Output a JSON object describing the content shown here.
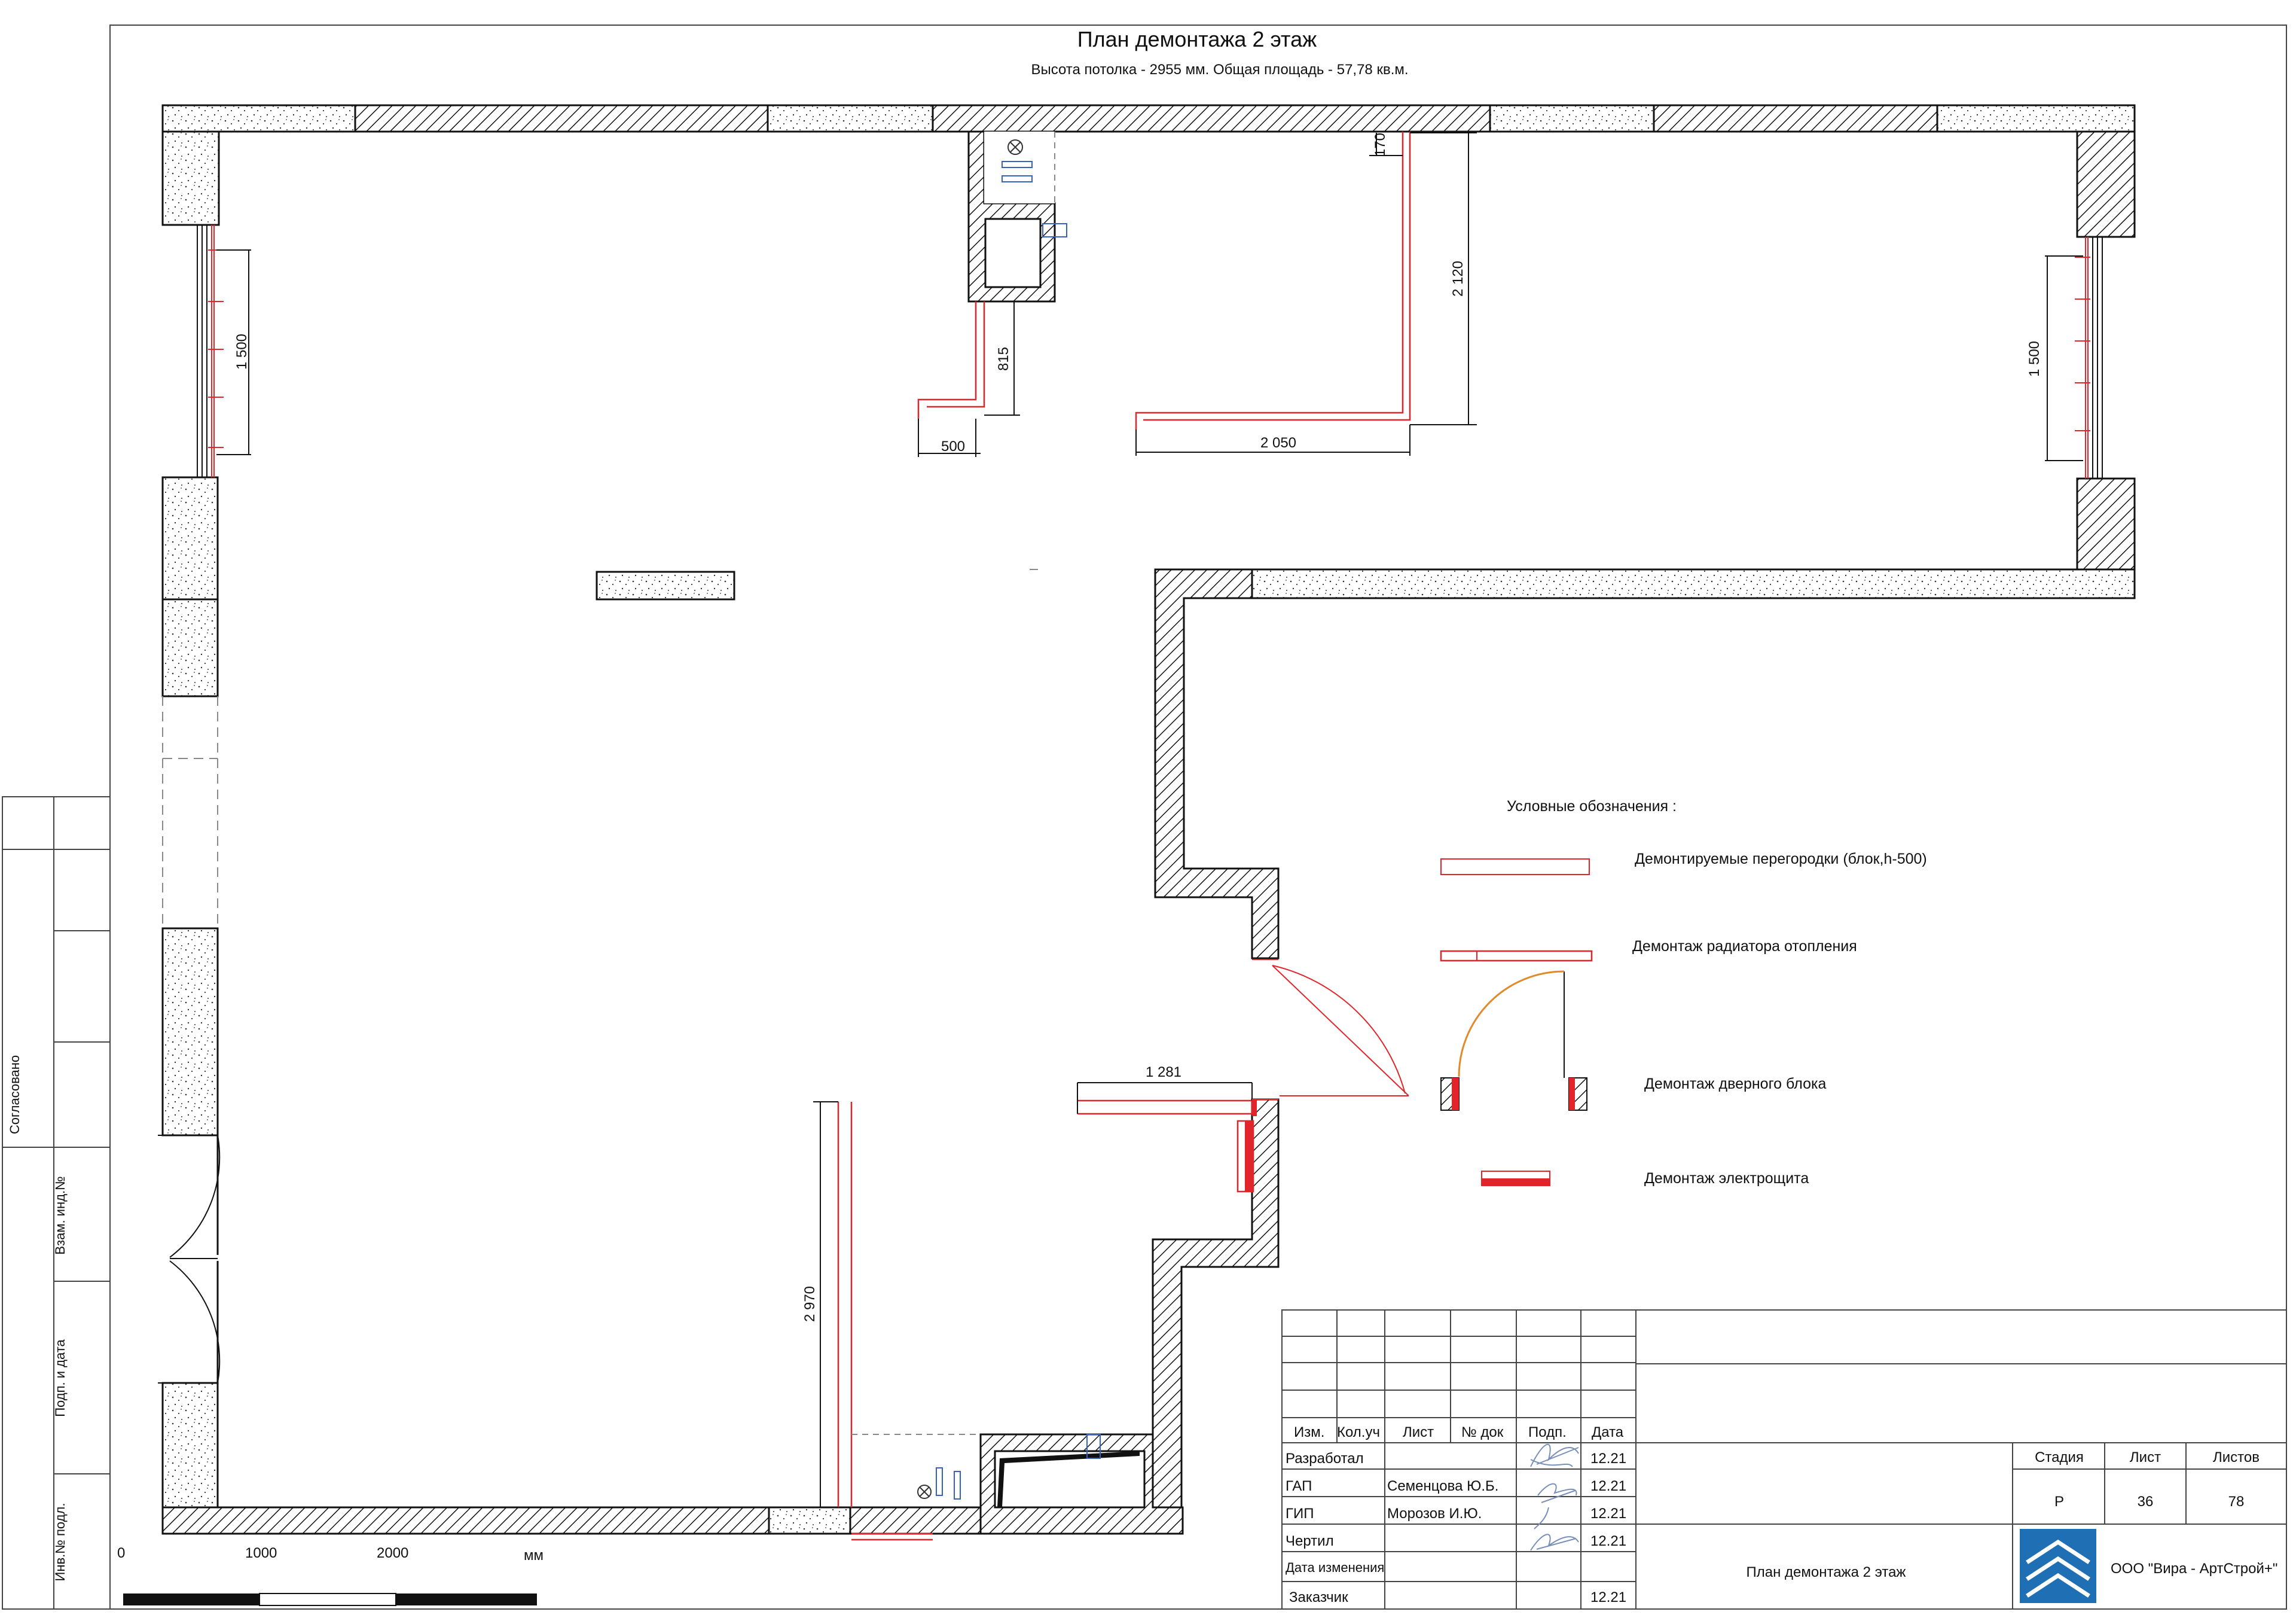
{
  "header": {
    "title": "План демонтажа 2 этаж",
    "subtitle": "Высота потолка - 2955 мм. Общая площадь - 57,78 кв.м."
  },
  "dimensions": {
    "win_left": "1 500",
    "win_right": "1 500",
    "d_170": "170",
    "d_2120": "2 120",
    "d_815": "815",
    "d_500": "500",
    "d_2050": "2 050",
    "d_1281": "1 281",
    "d_2970": "2 970"
  },
  "legend": {
    "title": "Условные обозначения :",
    "items": [
      {
        "label": "Демонтируемые перегородки (блок,h-500)"
      },
      {
        "label": "Демонтаж радиатора отопления"
      },
      {
        "label": "Демонтаж дверного блока"
      },
      {
        "label": "Демонтаж  электрощита"
      }
    ]
  },
  "scale": {
    "labels": [
      "0",
      "1000",
      "2000",
      "мм"
    ]
  },
  "side_stamp": {
    "agreed": "Согласовано",
    "replace": "Взам. инд.№",
    "sign_date": "Подп. и дата",
    "inv": "Инв.№ подл."
  },
  "title_block": {
    "headers": [
      "Изм.",
      "Кол.уч",
      "Лист",
      "№ док",
      "Подп.",
      "Дата"
    ],
    "rows": [
      {
        "role": "Разработал",
        "name": "",
        "date": "12.21"
      },
      {
        "role": "ГАП",
        "name": "Семенцова Ю.Б.",
        "date": "12.21"
      },
      {
        "role": "ГИП",
        "name": "Морозов И.Ю.",
        "date": "12.21"
      },
      {
        "role": "Чертил",
        "name": "",
        "date": "12.21"
      },
      {
        "role": "Дата изменения",
        "name": "",
        "date": ""
      },
      {
        "role": "Заказчик",
        "name": "",
        "date": "12.21"
      }
    ],
    "stage_label": "Стадия",
    "sheet_label": "Лист",
    "sheets_label": "Листов",
    "stage": "Р",
    "sheet": "36",
    "sheets": "78",
    "drawing_name": "План демонтажа 2 этаж",
    "company": "ООО \"Вира - АртСтрой+\""
  },
  "colors": {
    "line": "#111111",
    "demolition": "#e0262a",
    "door_arc": "#e08a2a",
    "logo": "#1f6fb5"
  }
}
